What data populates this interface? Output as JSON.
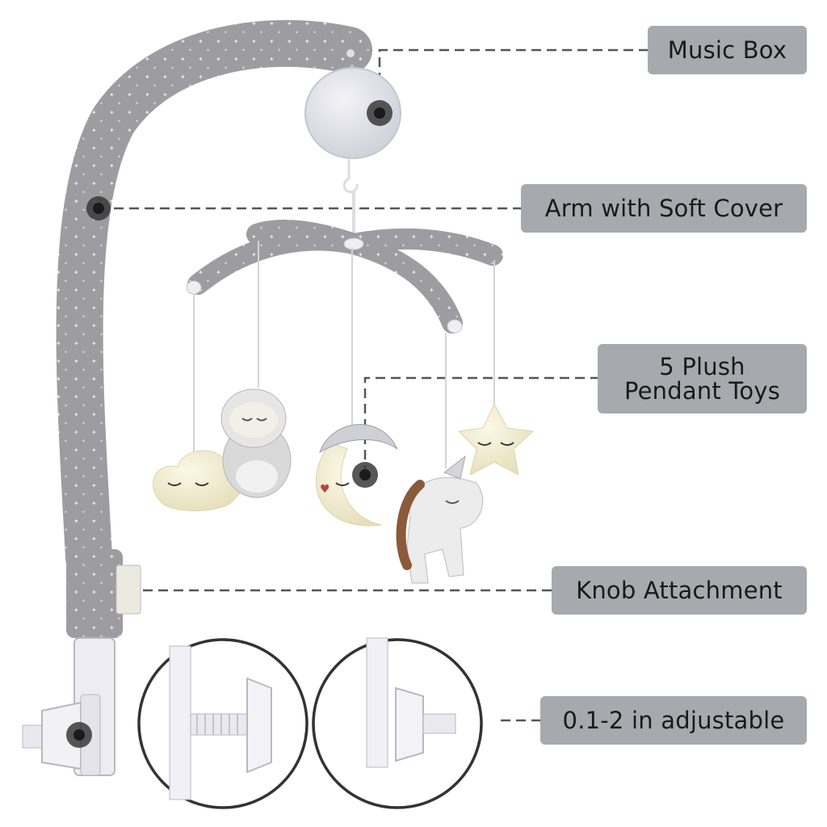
{
  "labels": {
    "music_box": "Music Box",
    "arm": "Arm with Soft Cover",
    "plush": "5 Plush\nPendant Toys",
    "knob": "Knob Attachment",
    "adjustable": "0.1-2 in adjustable"
  },
  "icons": [
    "owl-toy",
    "cloud-toy",
    "moon-toy",
    "star-toy",
    "unicorn-toy",
    "music-box",
    "mobile-arm",
    "clamp-knob"
  ],
  "colors": {
    "label_bg": "#a6a9ae",
    "label_text": "#1a1a1a",
    "arm_gray": "#9a9a9e",
    "plush_cream": "#f3eed2",
    "marker": "#3a3a3a"
  }
}
